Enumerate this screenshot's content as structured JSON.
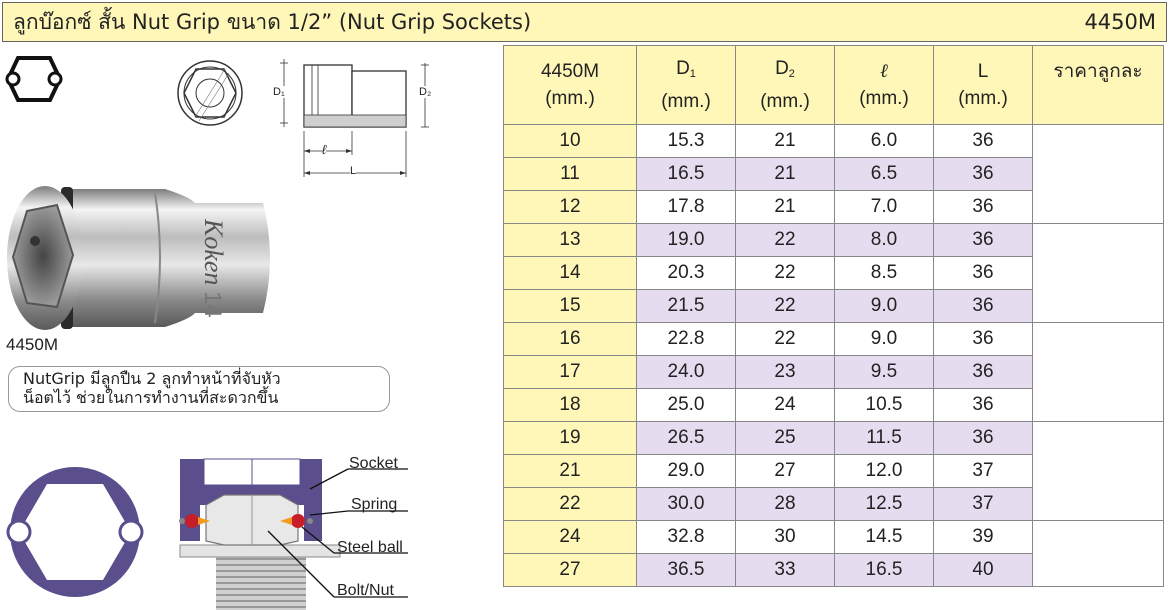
{
  "header": {
    "title": "ลูกบ๊อกซ์ สั้น Nut Grip ขนาด 1/2” (Nut Grip Sockets)",
    "code": "4450M"
  },
  "table": {
    "headers": [
      {
        "main": "4450M",
        "sub": "",
        "unit": "(mm.)"
      },
      {
        "main": "D",
        "sub": "1",
        "unit": "(mm.)"
      },
      {
        "main": "D",
        "sub": "2",
        "unit": "(mm.)"
      },
      {
        "main": "ℓ",
        "sub": "",
        "unit": "(mm.)"
      },
      {
        "main": "L",
        "sub": "",
        "unit": "(mm.)"
      },
      {
        "main": "ราคาลูกละ",
        "sub": "",
        "unit": ""
      }
    ],
    "rows": [
      [
        "10",
        "15.3",
        "21",
        "6.0",
        "36"
      ],
      [
        "11",
        "16.5",
        "21",
        "6.5",
        "36"
      ],
      [
        "12",
        "17.8",
        "21",
        "7.0",
        "36"
      ],
      [
        "13",
        "19.0",
        "22",
        "8.0",
        "36"
      ],
      [
        "14",
        "20.3",
        "22",
        "8.5",
        "36"
      ],
      [
        "15",
        "21.5",
        "22",
        "9.0",
        "36"
      ],
      [
        "16",
        "22.8",
        "22",
        "9.0",
        "36"
      ],
      [
        "17",
        "24.0",
        "23",
        "9.5",
        "36"
      ],
      [
        "18",
        "25.0",
        "24",
        "10.5",
        "36"
      ],
      [
        "19",
        "26.5",
        "25",
        "11.5",
        "36"
      ],
      [
        "21",
        "29.0",
        "27",
        "12.0",
        "37"
      ],
      [
        "22",
        "30.0",
        "28",
        "12.5",
        "37"
      ],
      [
        "24",
        "32.8",
        "30",
        "14.5",
        "39"
      ],
      [
        "27",
        "36.5",
        "33",
        "16.5",
        "40"
      ]
    ]
  },
  "drawing": {
    "d1": "D₁",
    "d2": "D₂",
    "l_small": "ℓ",
    "l_big": "L",
    "brand": "Koken",
    "photo_size": "14"
  },
  "photo_caption": "4450M",
  "description": {
    "line1": "NutGrip มีลูกปืน 2 ลูกทำหน้าที่จับหัว",
    "line2": "น็อตไว้ ช่วยในการทำงานที่สะดวกขึ้น"
  },
  "diagram_labels": {
    "socket": "Socket",
    "spring": "Spring",
    "steel_ball": "Steel ball",
    "bolt_nut": "Bolt/Nut"
  },
  "colors": {
    "header_bg": "#fff7b8",
    "alt_row": "#e6dcf0",
    "ring": "#5a4f8c",
    "ball": "#c81e2a"
  }
}
